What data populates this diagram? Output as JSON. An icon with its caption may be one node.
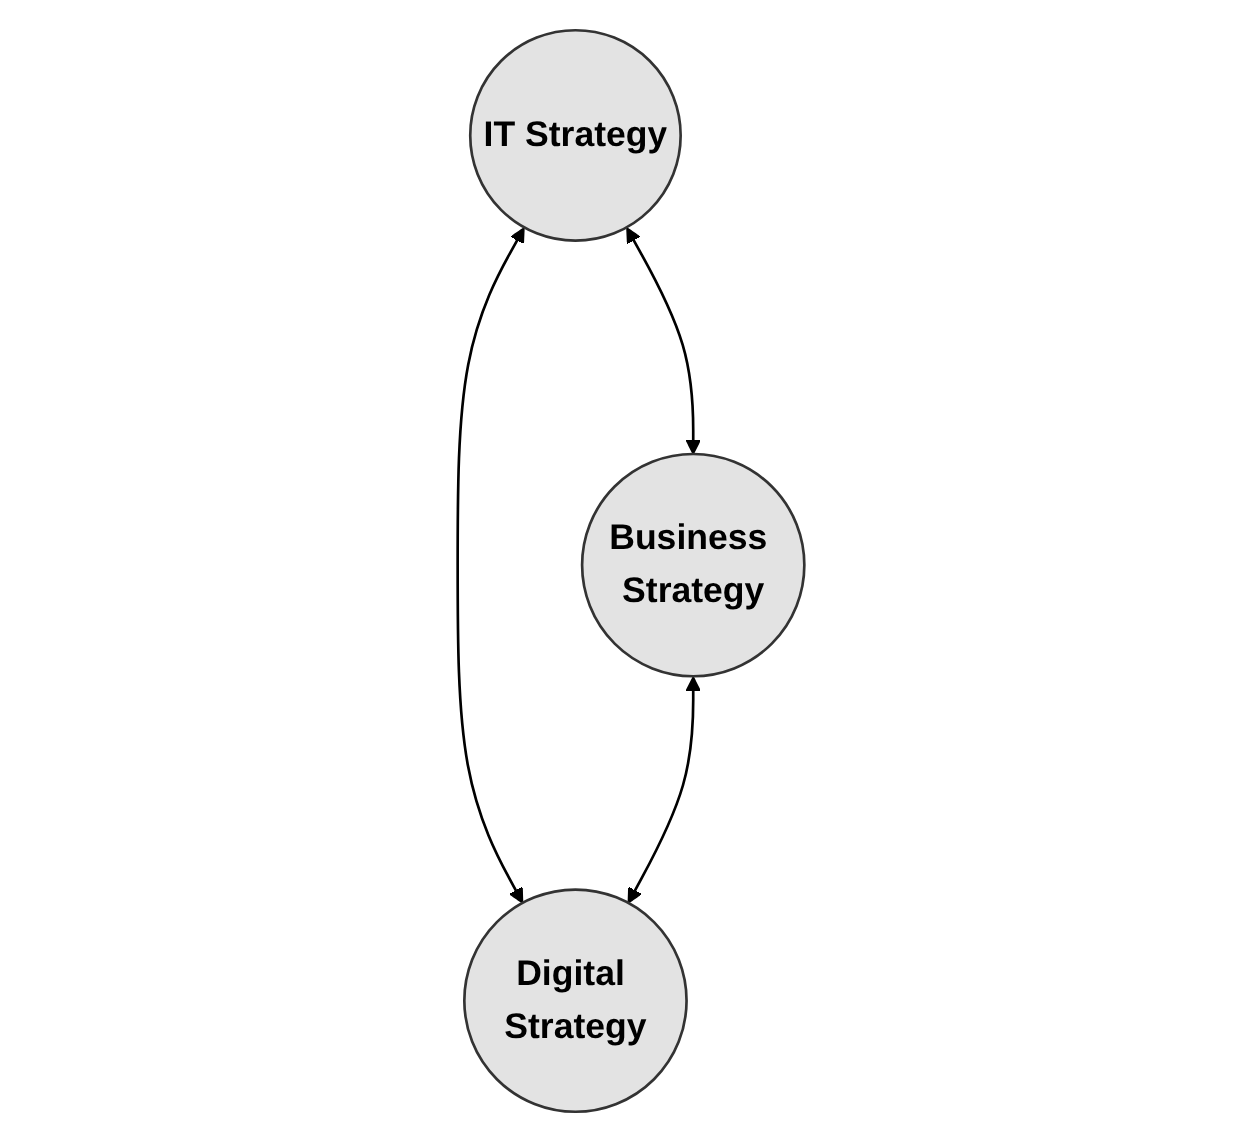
{
  "diagram": {
    "nodes": [
      {
        "text": [
          "IT Strategy"
        ]
      },
      {
        "text": [
          "Business Strategy"
        ]
      },
      {
        "text": [
          "Digital Strategy"
        ]
      }
    ],
    "edges": [
      {
        "from": 0,
        "to": 1,
        "arrow": "both"
      },
      {
        "from": 0,
        "to": 2,
        "arrow": "both"
      },
      {
        "from": 1,
        "to": 2,
        "arrow": "both"
      }
    ]
  }
}
